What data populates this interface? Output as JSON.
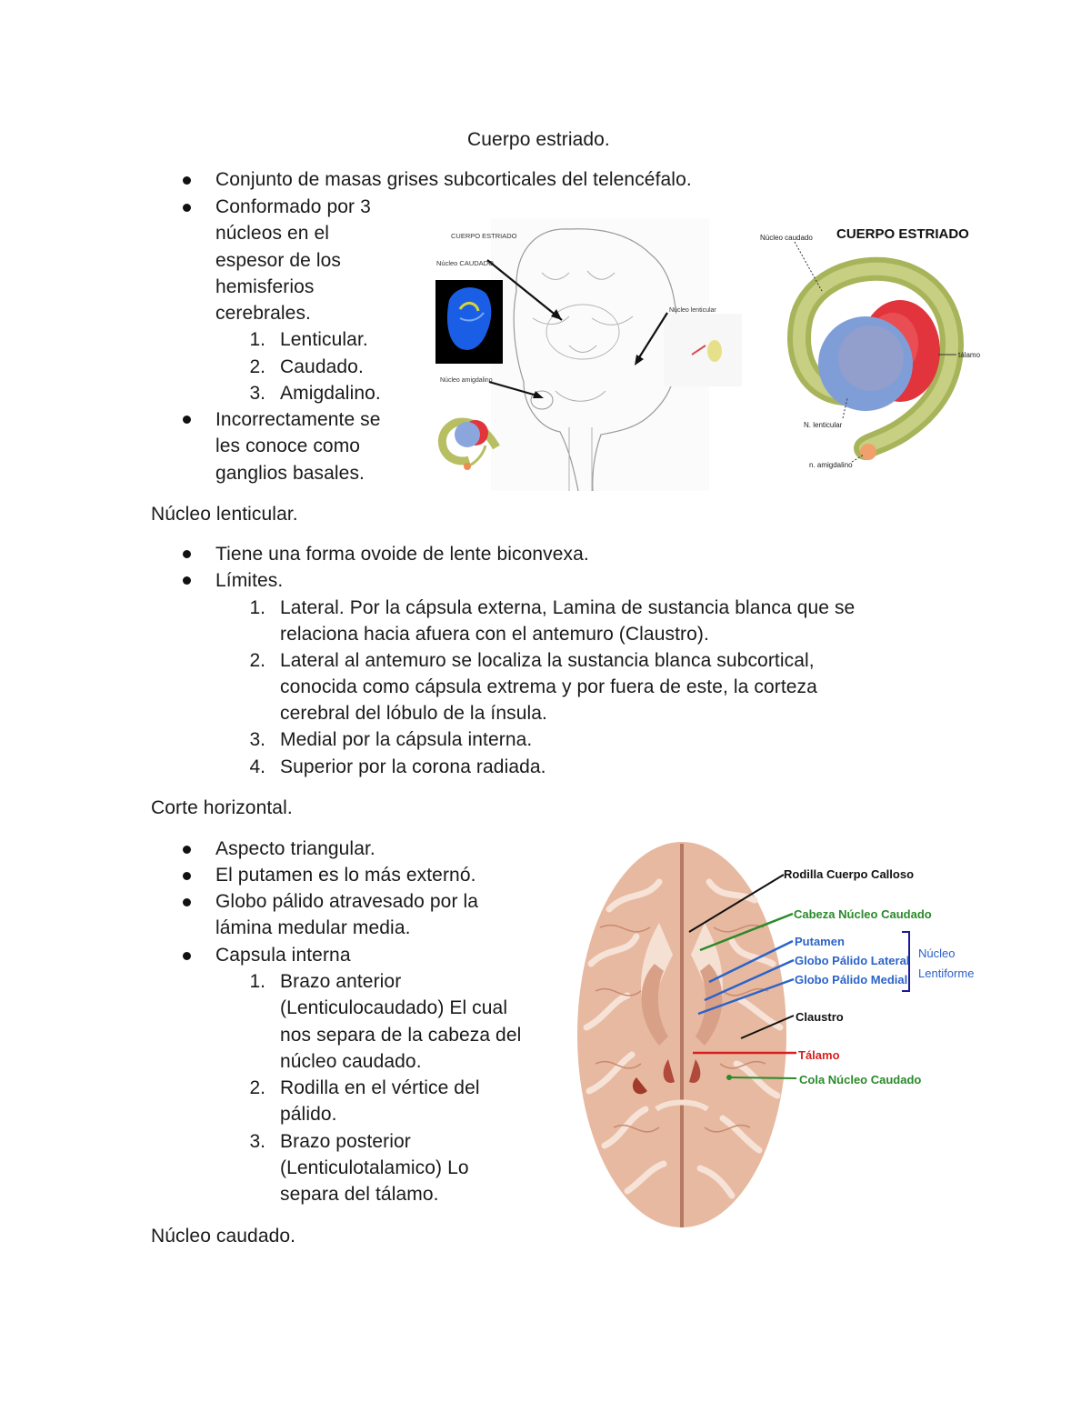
{
  "page": {
    "title": "Cuerpo estriado.",
    "section1": {
      "bullets": [
        "Conjunto de masas grises subcorticales del telencéfalo.",
        [
          "Conformado por 3",
          "núcleos en el",
          "espesor de los",
          "hemisferios",
          "cerebrales."
        ],
        [
          "Incorrectamente se",
          "les conoce como",
          "ganglios basales."
        ]
      ],
      "sublist": [
        "Lenticular.",
        "Caudado.",
        "Amigdalino."
      ],
      "numbers": [
        "1.",
        "2.",
        "3."
      ]
    },
    "heading_lenticular": "Núcleo lenticular.",
    "section2": {
      "bullets": [
        "Tiene una forma ovoide de lente biconvexa.",
        "Límites."
      ],
      "items": [
        [
          "Lateral. Por la cápsula externa, Lamina de sustancia blanca que se",
          "relaciona hacia afuera con el antemuro (Claustro)."
        ],
        [
          "Lateral al antemuro se localiza la sustancia blanca subcortical,",
          "conocida como cápsula extrema y por fuera de este, la corteza",
          "cerebral del lóbulo de la ínsula."
        ],
        [
          "Medial por la cápsula interna."
        ],
        [
          "Superior por la corona radiada."
        ]
      ],
      "numbers": [
        "1.",
        "2.",
        "3.",
        "4."
      ]
    },
    "heading_horizontal": "Corte horizontal.",
    "section3": {
      "bullets": [
        "Aspecto triangular.",
        "El putamen es lo más externó.",
        [
          "Globo pálido atravesado por la",
          "lámina medular media."
        ],
        "Capsula interna"
      ],
      "items": [
        [
          "Brazo anterior",
          "(Lenticulocaudado) El cual",
          "nos separa de la cabeza del",
          "núcleo caudado."
        ],
        [
          "Rodilla en el vértice del",
          "pálido."
        ],
        [
          "Brazo posterior",
          "(Lenticulotalamico) Lo",
          "separa del tálamo."
        ]
      ],
      "numbers": [
        "1.",
        "2.",
        "3."
      ]
    },
    "heading_caudado": "Núcleo caudado."
  },
  "figures": {
    "coronal": {
      "labels": {
        "title": "CUERPO ESTRIADO",
        "caudado": "Núcleo CAUDADO",
        "lenticular": "Núcleo lenticular",
        "amigdalino": "Núcleo amigdalino"
      }
    },
    "striatum": {
      "title": "CUERPO ESTRIADO",
      "labels": {
        "caudado": "Núcleo caudado",
        "talamo": "tálamo",
        "lenticular": "N. lenticular",
        "amigdalino": "n. amigdalino"
      },
      "colors": {
        "caudate": "#b9c46a",
        "lenticular": "#7f9ed8",
        "thalamus": "#e2343c",
        "amygdala": "#f0a06a"
      }
    },
    "horizontal": {
      "labels": {
        "rodilla": "Rodilla Cuerpo Calloso",
        "cabeza": "Cabeza Núcleo Caudado",
        "putamen": "Putamen",
        "gp_lateral": "Globo Pálido Lateral",
        "gp_medial": "Globo Pálido Medial",
        "lentiforme1": "Núcleo",
        "lentiforme2": "Lentiforme",
        "claustro": "Claustro",
        "talamo": "Tálamo",
        "cola": "Cola Núcleo Caudado"
      },
      "colors": {
        "green": "#2a8a2a",
        "blue": "#2b63c9",
        "red": "#d82020",
        "black": "#111111",
        "tissue": "#e7b9a0",
        "tissue_dark": "#c98a70"
      }
    }
  }
}
